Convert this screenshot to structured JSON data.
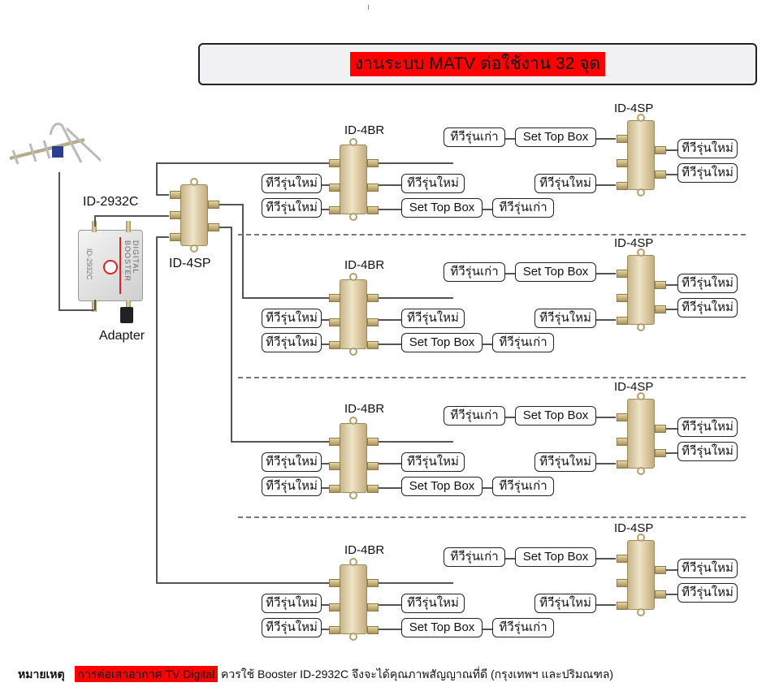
{
  "title": "งานระบบ MATV ต่อใช้งาน 32 จุด",
  "devices": {
    "antenna": "antenna",
    "booster_label": "ID-2932C",
    "booster_brand": "DIGITAL BOOSTER",
    "booster_model": "ID-2932C",
    "adapter_label": "Adapter",
    "main_splitter_label": "ID-4SP"
  },
  "branches": [
    {
      "tap_label": "ID-4BR",
      "splitter_label": "ID-4SP",
      "tap_outputs": [
        "ทีวีรุ่นใหม่",
        "ทีวีรุ่นใหม่",
        "ทีวีรุ่นใหม่"
      ],
      "tap_stb": "Set Top Box",
      "tap_stb_tv": "ทีวีรุ่นเก่า",
      "sp_stb_tv": "ทีวีรุ่นเก่า",
      "sp_stb": "Set Top Box",
      "sp_left_tv": "ทีวีรุ่นใหม่",
      "sp_right_tvs": [
        "ทีวีรุ่นใหม่",
        "ทีวีรุ่นใหม่"
      ]
    },
    {
      "tap_label": "ID-4BR",
      "splitter_label": "ID-4SP",
      "tap_outputs": [
        "ทีวีรุ่นใหม่",
        "ทีวีรุ่นใหม่",
        "ทีวีรุ่นใหม่"
      ],
      "tap_stb": "Set Top Box",
      "tap_stb_tv": "ทีวีรุ่นเก่า",
      "sp_stb_tv": "ทีวีรุ่นเก่า",
      "sp_stb": "Set Top Box",
      "sp_left_tv": "ทีวีรุ่นใหม่",
      "sp_right_tvs": [
        "ทีวีรุ่นใหม่",
        "ทีวีรุ่นใหม่"
      ]
    },
    {
      "tap_label": "ID-4BR",
      "splitter_label": "ID-4SP",
      "tap_outputs": [
        "ทีวีรุ่นใหม่",
        "ทีวีรุ่นใหม่",
        "ทีวีรุ่นใหม่"
      ],
      "tap_stb": "Set Top Box",
      "tap_stb_tv": "ทีวีรุ่นเก่า",
      "sp_stb_tv": "ทีวีรุ่นเก่า",
      "sp_stb": "Set Top Box",
      "sp_left_tv": "ทีวีรุ่นใหม่",
      "sp_right_tvs": [
        "ทีวีรุ่นใหม่",
        "ทีวีรุ่นใหม่"
      ]
    },
    {
      "tap_label": "ID-4BR",
      "splitter_label": "ID-4SP",
      "tap_outputs": [
        "ทีวีรุ่นใหม่",
        "ทีวีรุ่นใหม่",
        "ทีวีรุ่นใหม่"
      ],
      "tap_stb": "Set Top Box",
      "tap_stb_tv": "ทีวีรุ่นเก่า",
      "sp_stb_tv": "ทีวีรุ่นเก่า",
      "sp_stb": "Set Top Box",
      "sp_left_tv": "ทีวีรุ่นใหม่",
      "sp_right_tvs": [
        "ทีวีรุ่นใหม่",
        "ทีวีรุ่นใหม่"
      ]
    }
  ],
  "footnote": {
    "label": "หมายเหตุ",
    "highlight": "การต่อเสาอากาศ TV Digital",
    "text": "ควรใช้ Booster ID-2932C จึงจะได้คุณภาพสัญญาณที่ดี (กรุงเทพฯ และปริมณฑล)"
  },
  "colors": {
    "highlight": "#ff0000",
    "title_box_bg": "#f1f1f3",
    "wire": "#555555"
  }
}
